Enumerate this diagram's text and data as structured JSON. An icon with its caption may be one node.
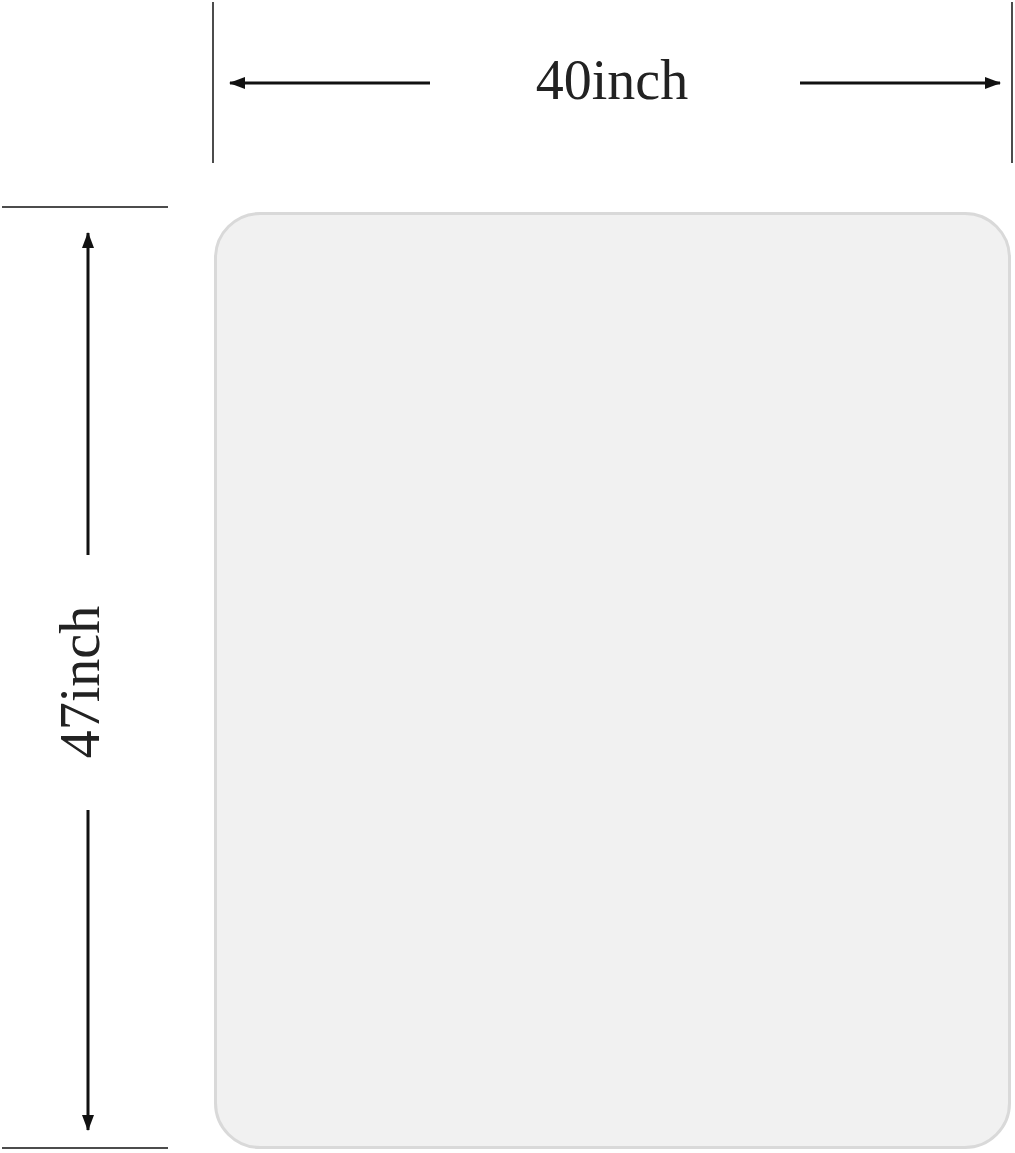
{
  "diagram": {
    "nodes": [
      {
        "text": [],
        "shape": "box"
      }
    ],
    "labels": [
      "40inch",
      "47inch"
    ]
  }
}
